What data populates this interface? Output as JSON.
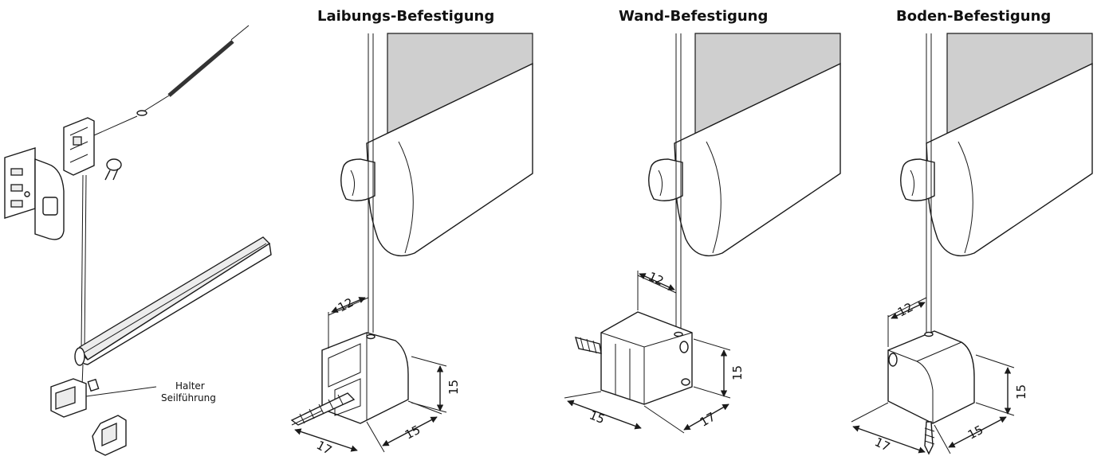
{
  "panels": [
    {
      "id": "laibung",
      "title": "Laibungs-Befestigung",
      "dims": [
        "12",
        "15",
        "15",
        "17"
      ]
    },
    {
      "id": "wand",
      "title": "Wand-Befestigung",
      "dims": [
        "12",
        "15",
        "17",
        "15"
      ]
    },
    {
      "id": "boden",
      "title": "Boden-Befestigung",
      "dims": [
        "12",
        "15",
        "15",
        "17"
      ]
    }
  ],
  "callout": {
    "line1": "Halter",
    "line2": "Seilführung"
  }
}
